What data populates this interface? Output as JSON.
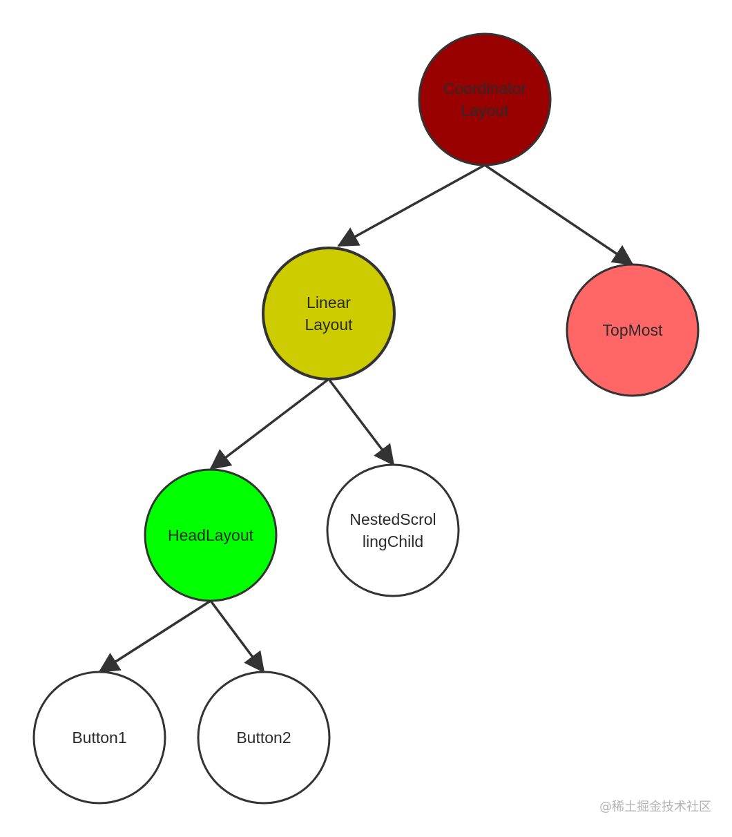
{
  "nodes": [
    {
      "id": "coordinator",
      "lines": [
        "Coordinator",
        "Layout"
      ],
      "fill": "#990000",
      "text_color": "#2b2b2b"
    },
    {
      "id": "linear",
      "lines": [
        "Linear",
        "Layout"
      ],
      "fill": "#cccc00",
      "text_color": "#2b2b2b"
    },
    {
      "id": "topmost",
      "lines": [
        "TopMost"
      ],
      "fill": "#ff6666",
      "text_color": "#2b2b2b"
    },
    {
      "id": "headlayout",
      "lines": [
        "HeadLayout"
      ],
      "fill": "#00ff00",
      "text_color": "#2b2b2b"
    },
    {
      "id": "nested",
      "lines": [
        "NestedScrol",
        "lingChild"
      ],
      "fill": "#ffffff",
      "text_color": "#2b2b2b"
    },
    {
      "id": "button1",
      "lines": [
        "Button1"
      ],
      "fill": "#ffffff",
      "text_color": "#2b2b2b"
    },
    {
      "id": "button2",
      "lines": [
        "Button2"
      ],
      "fill": "#ffffff",
      "text_color": "#2b2b2b"
    }
  ],
  "edges": [
    {
      "from": "coordinator",
      "to": "linear"
    },
    {
      "from": "coordinator",
      "to": "topmost"
    },
    {
      "from": "linear",
      "to": "headlayout"
    },
    {
      "from": "linear",
      "to": "nested"
    },
    {
      "from": "headlayout",
      "to": "button1"
    },
    {
      "from": "headlayout",
      "to": "button2"
    }
  ],
  "colors": {
    "stroke": "#333333",
    "arrow": "#333333"
  },
  "watermark": "@稀土掘金技术社区"
}
